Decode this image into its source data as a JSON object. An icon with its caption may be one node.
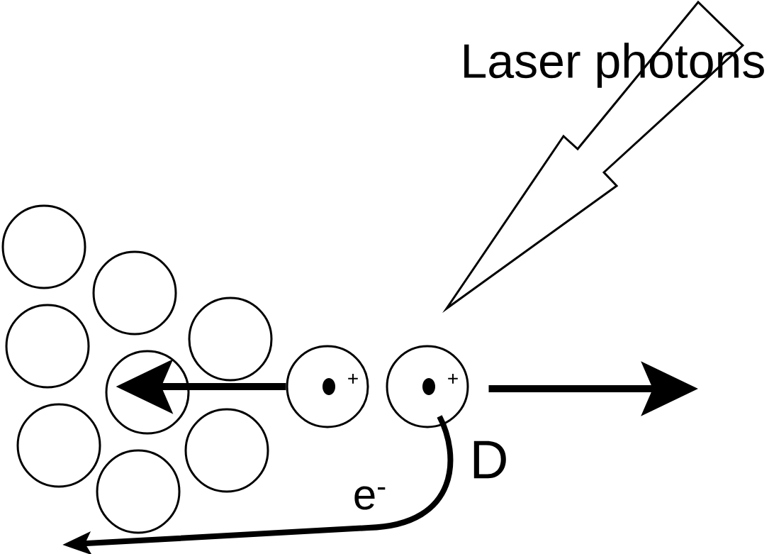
{
  "diagram": {
    "nodes": [
      {
        "text": [
          "Laser photons"
        ]
      },
      {
        "text": [],
        "shape": "circle"
      },
      {
        "text": [],
        "shape": "circle"
      },
      {
        "text": [],
        "shape": "circle"
      },
      {
        "text": [],
        "shape": "circle"
      },
      {
        "text": [],
        "shape": "circle"
      },
      {
        "text": [],
        "shape": "circle"
      },
      {
        "text": [],
        "shape": "circle"
      },
      {
        "text": [],
        "shape": "circle"
      },
      {
        "text": [
          "+"
        ]
      },
      {
        "text": [
          "+"
        ]
      }
    ],
    "edges": [
      {
        "from": 0,
        "to": null,
        "arrow": "to"
      },
      {
        "from": 9,
        "to": 5,
        "arrow": "to"
      },
      {
        "from": 10,
        "to": null,
        "arrow": "to"
      },
      {
        "from": 10,
        "to": null,
        "arrow": "to",
        "label": "e$^{-}$"
      }
    ],
    "labels": [
      "D"
    ]
  }
}
